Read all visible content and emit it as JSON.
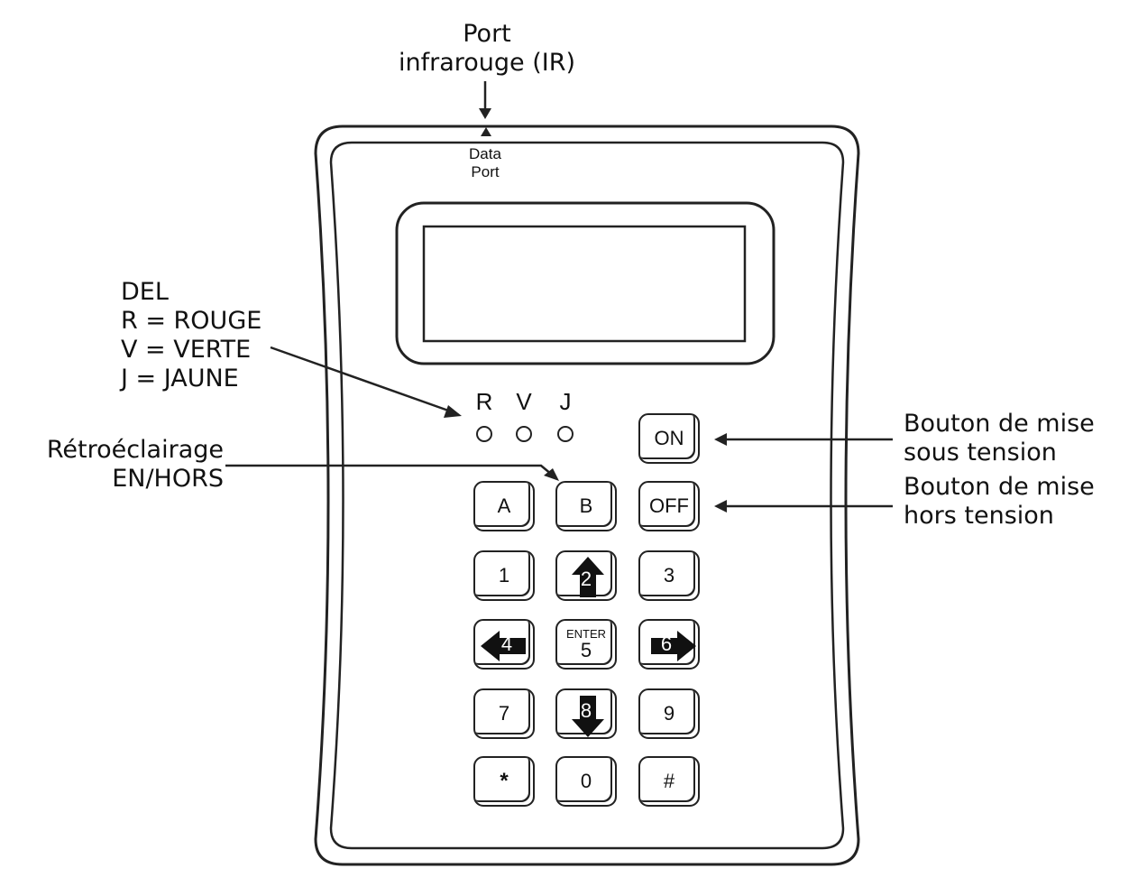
{
  "labels": {
    "ir_port": [
      "Port",
      "infrarouge (IR)"
    ],
    "data_port": [
      "Data",
      "Port"
    ],
    "del": [
      "DEL",
      "R = ROUGE",
      "V = VERTE",
      "J = JAUNE"
    ],
    "backlight": [
      "Rétroéclairage",
      "EN/HORS"
    ],
    "power_on": [
      "Bouton de mise",
      "sous tension"
    ],
    "power_off": [
      "Bouton de mise",
      "hors tension"
    ]
  },
  "leds": [
    "R",
    "V",
    "J"
  ],
  "keys": {
    "on": "ON",
    "off": "OFF",
    "a": "A",
    "b": "B",
    "k1": "1",
    "k2": "2",
    "k3": "3",
    "k4": "4",
    "k5_top": "ENTER",
    "k5": "5",
    "k6": "6",
    "k7": "7",
    "k8": "8",
    "k9": "9",
    "star": "*",
    "k0": "0",
    "hash": "#"
  }
}
